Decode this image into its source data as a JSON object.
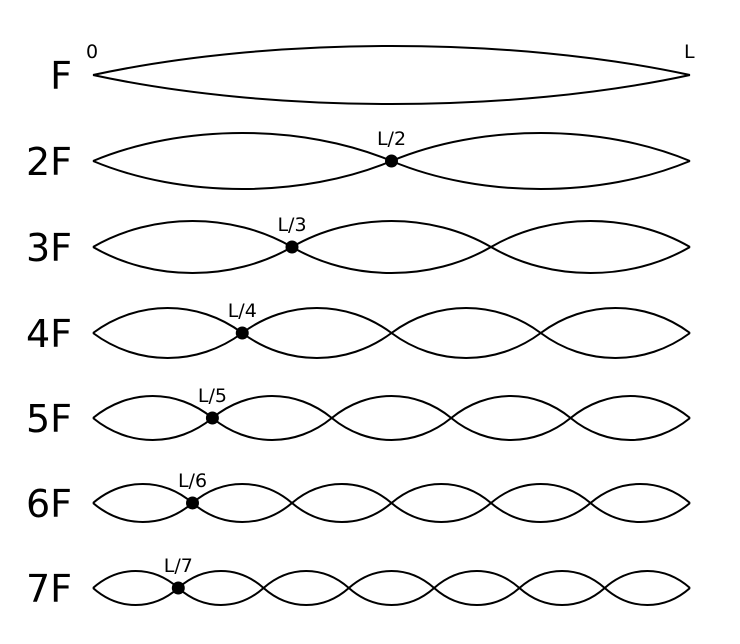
{
  "diagram": {
    "start_label": "0",
    "end_label": "L",
    "line_color": "#000000",
    "background_color": "#ffffff",
    "harmonics": [
      {
        "label": "F",
        "segments": 1,
        "node_label": ""
      },
      {
        "label": "2F",
        "segments": 2,
        "node_label": "L/2"
      },
      {
        "label": "3F",
        "segments": 3,
        "node_label": "L/3"
      },
      {
        "label": "4F",
        "segments": 4,
        "node_label": "L/4"
      },
      {
        "label": "5F",
        "segments": 5,
        "node_label": "L/5"
      },
      {
        "label": "6F",
        "segments": 6,
        "node_label": "L/6"
      },
      {
        "label": "7F",
        "segments": 7,
        "node_label": "L/7"
      }
    ]
  }
}
